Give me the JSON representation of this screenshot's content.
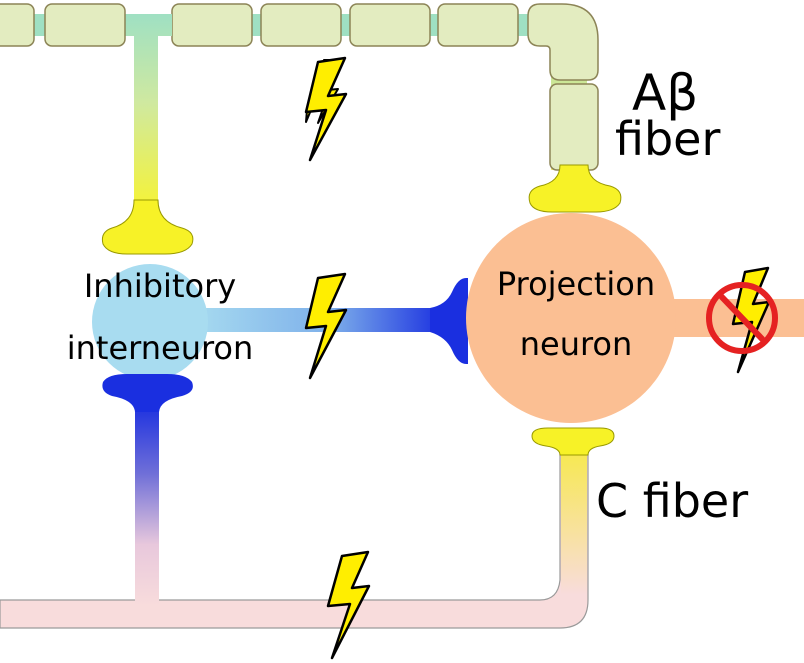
{
  "labels": {
    "abeta_line1": "Aβ",
    "abeta_line2": "fiber",
    "c_fiber": "C fiber",
    "inhibitory_line1": "Inhibitory",
    "inhibitory_line2": "interneuron",
    "projection_line1": "Projection",
    "projection_line2": "neuron"
  },
  "colors": {
    "myelin_fill": "#e3ecc0",
    "myelin_stroke": "#8c8456",
    "terminal_yellow": "#f7f227",
    "inhibitory_terminal": "#1a2fe0",
    "interneuron_body": "#a8dcf0",
    "projection_body": "#fbbf93",
    "c_fiber_pink": "#f8dcdc",
    "bolt": "#ffee00",
    "blocked_sign": "#e52222"
  },
  "icons": {
    "bolt": "lightning-bolt-icon",
    "blocked": "no-signal-icon"
  }
}
